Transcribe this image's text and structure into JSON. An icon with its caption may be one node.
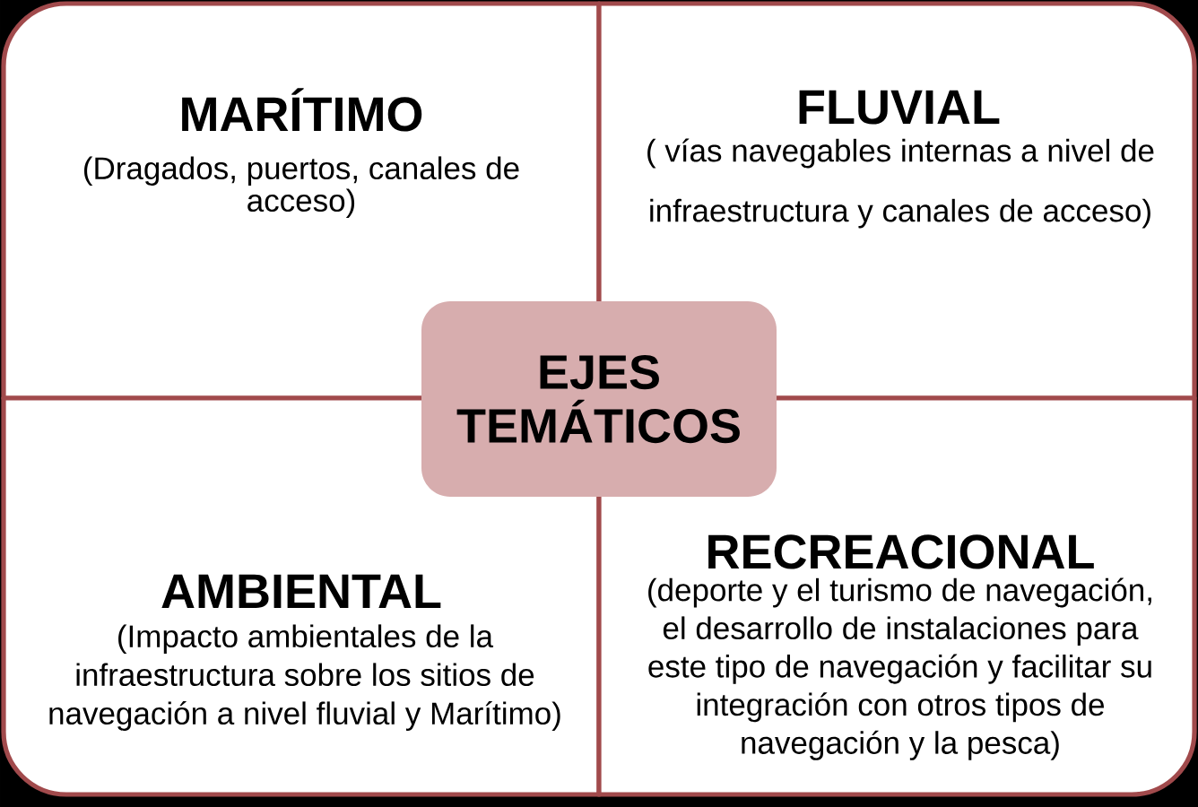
{
  "diagram": {
    "nodes": [
      {
        "text": [
          "MARÍTIMO",
          "(Dragados, puertos, canales de acceso)"
        ]
      },
      {
        "text": [
          "FLUVIAL",
          "( vías navegables internas a nivel de infraestructura y canales de acceso)"
        ]
      },
      {
        "text": [
          "EJES TEMÁTICOS"
        ]
      },
      {
        "text": [
          "AMBIENTAL",
          "(Impacto ambientales de la infraestructura sobre los sitios de navegación a nivel fluvial y Marítimo)"
        ]
      },
      {
        "text": [
          "RECREACIONAL",
          "(deporte y el turismo de navegación, el desarrollo de instalaciones para este tipo de navegación y facilitar su integración con otros tipos de navegación y la pesca)"
        ]
      }
    ]
  }
}
